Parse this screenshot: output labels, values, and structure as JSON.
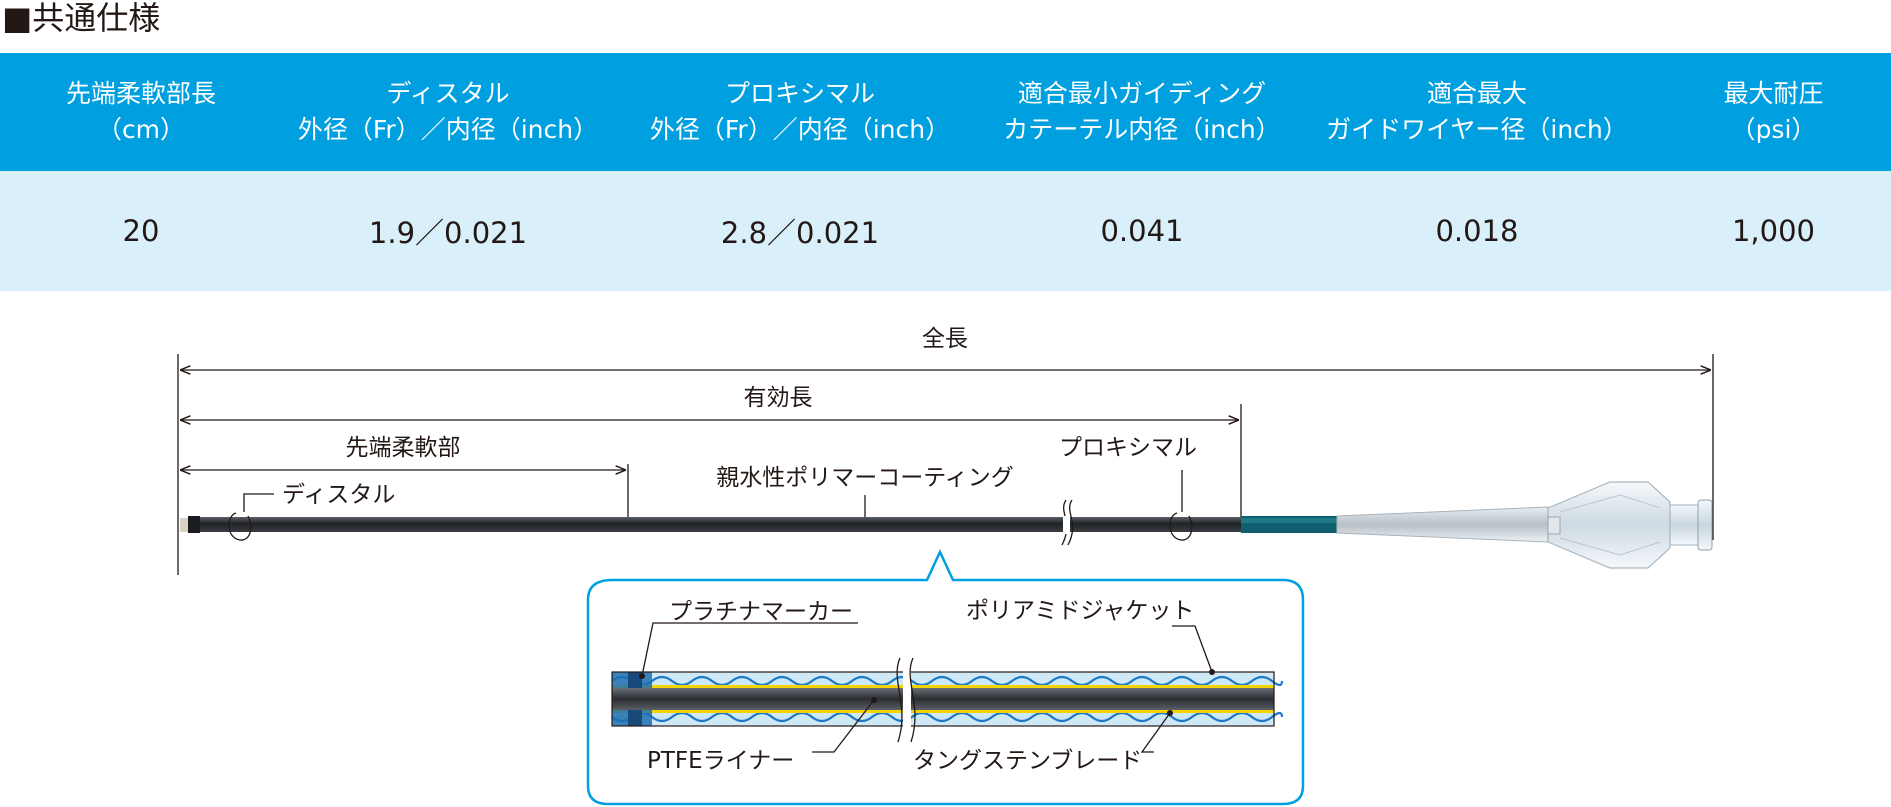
{
  "title": "■共通仕様",
  "table": {
    "headers": [
      "先端柔軟部長\n（cm）",
      "ディスタル\n外径（Fr）／内径（inch）",
      "プロキシマル\n外径（Fr）／内径（inch）",
      "適合最小ガイディング\nカテーテル内径（inch）",
      "適合最大\nガイドワイヤー径（inch）",
      "最大耐圧\n（psi）"
    ],
    "values": [
      "20",
      "1.9／0.021",
      "2.8／0.021",
      "0.041",
      "0.018",
      "1,000"
    ]
  },
  "diagram": {
    "labels": {
      "total_length": "全長",
      "effective_length": "有効長",
      "flexible_tip": "先端柔軟部",
      "distal": "ディスタル",
      "coating": "親水性ポリマーコーティング",
      "proximal": "プロキシマル"
    },
    "inset": {
      "platinum_marker": "プラチナマーカー",
      "polyamide_jacket": "ポリアミドジャケット",
      "ptfe_liner": "PTFEライナー",
      "tungsten_braid": "タングステンブレード"
    }
  },
  "colors": {
    "header_bg": "#00a0e0",
    "body_bg": "#d9f0fb",
    "inset_border": "#00a0e0",
    "shaft": "#2b2f33",
    "jacket": "#cfe8f5",
    "braid": "#1e78c8",
    "liner": "#f2d400"
  }
}
